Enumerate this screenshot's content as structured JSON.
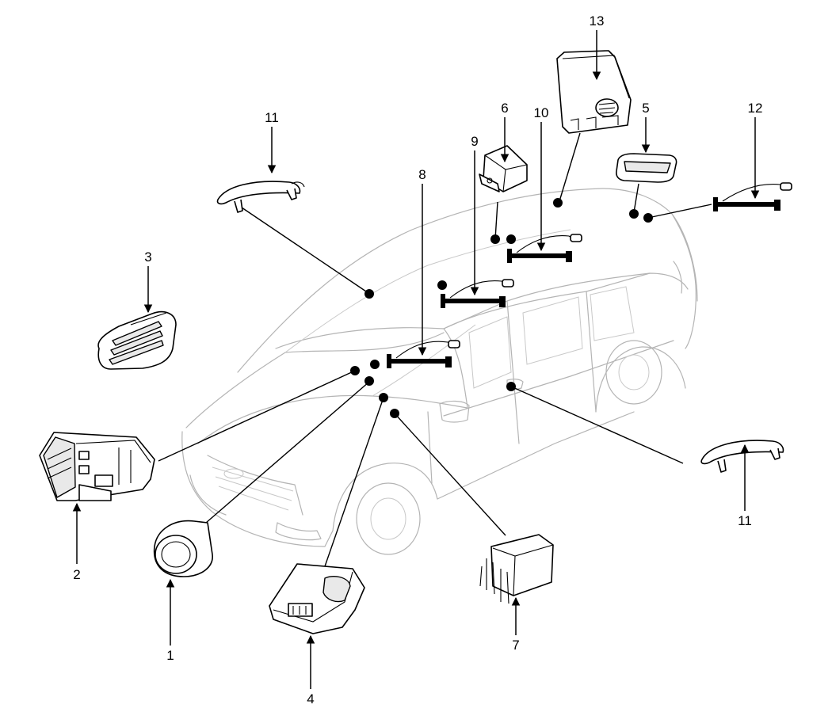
{
  "callouts": {
    "c1": "1",
    "c2": "2",
    "c3": "3",
    "c4": "4",
    "c5": "5",
    "c6": "6",
    "c7": "7",
    "c8": "8",
    "c9": "9",
    "c10": "10",
    "c11_top": "11",
    "c11_right": "11",
    "c12": "12",
    "c13": "13"
  }
}
